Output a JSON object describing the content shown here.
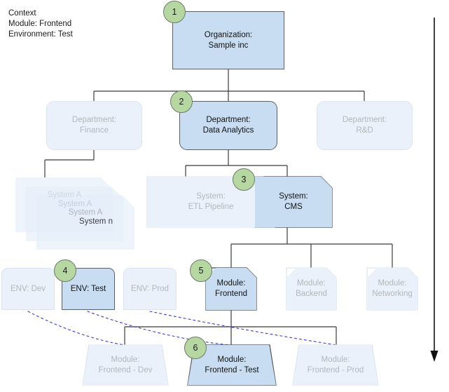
{
  "context": {
    "title": "Context",
    "lines": [
      "Context",
      "Module: Frontend",
      "Environment: Test"
    ],
    "module_line": "Module: Frontend",
    "environment_line": "Environment: Test"
  },
  "colors": {
    "active_fill": "#c9ddf2",
    "faded_fill": "#eaf1fa",
    "active_border": "#5a6069",
    "faded_border": "#dbe5f2",
    "active_text": "#111111",
    "faded_text": "#b4b7bc",
    "badge_fill": "#b6d7a2",
    "badge_border": "#6d7a66",
    "edge": "#3b3b3b",
    "dashed_edge": "#3b3bd0"
  },
  "nodes": {
    "organization": {
      "label": "Organization:\nSample inc",
      "state": "active",
      "badge": "1"
    },
    "dept_finance": {
      "label": "Department:\nFinance",
      "state": "faded"
    },
    "dept_data_analytics": {
      "label": "Department:\nData Analytics",
      "state": "active",
      "badge": "2"
    },
    "dept_rnd": {
      "label": "Department:\nR&D",
      "state": "faded"
    },
    "system_stack": {
      "labels": [
        "System A",
        "System A",
        "System A",
        "System n"
      ],
      "state": "faded"
    },
    "system_etl": {
      "label": "System:\nETL Pipeline",
      "state": "faded"
    },
    "system_cms": {
      "label": "System:\nCMS",
      "state": "active",
      "badge": "3"
    },
    "env_dev": {
      "label": "ENV: Dev",
      "state": "faded"
    },
    "env_test": {
      "label": "ENV: Test",
      "state": "active",
      "badge": "4"
    },
    "env_prod": {
      "label": "ENV: Prod",
      "state": "faded"
    },
    "module_frontend": {
      "label": "Module:\nFrontend",
      "state": "active",
      "badge": "5"
    },
    "module_backend": {
      "label": "Module:\nBackend",
      "state": "faded"
    },
    "module_networking": {
      "label": "Module:\nNetworking",
      "state": "faded"
    },
    "deploy_frontend_dev": {
      "label": "Module:\nFrontend - Dev",
      "state": "faded"
    },
    "deploy_frontend_test": {
      "label": "Module:\nFrontend - Test",
      "state": "active",
      "badge": "6"
    },
    "deploy_frontend_prod": {
      "label": "Module:\nFrontend - Prod",
      "state": "faded"
    }
  }
}
